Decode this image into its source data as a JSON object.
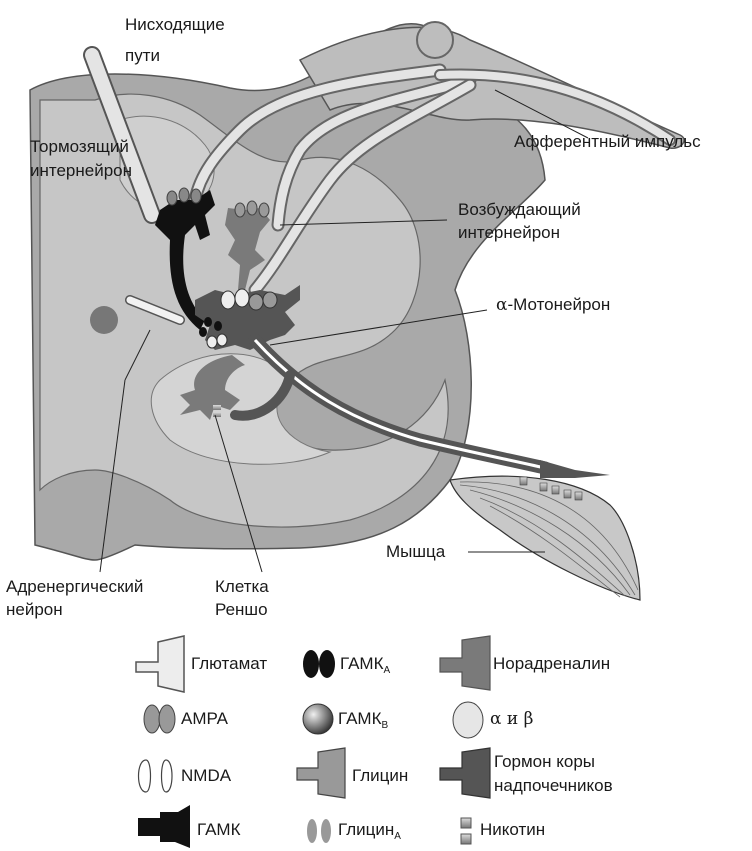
{
  "labels": {
    "descending_1": "Нисходящие",
    "descending_2": "пути",
    "afferent": "Афферентный импульс",
    "inhib_1": "Тормозящий",
    "inhib_2": "интернейрон",
    "excit_1": "Возбуждающий",
    "excit_2": "интернейрон",
    "motoneuron_alpha": "α",
    "motoneuron_rest": "-Мотонейрон",
    "muscle": "Мышца",
    "adrenergic_1": "Адренергический",
    "adrenergic_2": "нейрон",
    "renshaw_1": "Клетка",
    "renshaw_2": "Реншо"
  },
  "legend": {
    "glutamate": "Глютамат",
    "gaba_a": "ГАМК",
    "gaba_a_sub": "А",
    "noradrenaline": "Норадреналин",
    "ampa": "AMPA",
    "gaba_b": "ГАМК",
    "gaba_b_sub": "В",
    "alpha_beta": "α и β",
    "nmda": "NMDA",
    "glycine": "Глицин",
    "cortico_1": "Гормон коры",
    "cortico_2": "надпочечников",
    "gaba": "ГАМК",
    "glycine_a": "Глицин",
    "glycine_a_sub": "А",
    "nicotine": "Никотин"
  },
  "colors": {
    "grey_outer": "#a9a9a9",
    "grey_inner": "#c6c6c6",
    "grey_horn": "#d4d4d4",
    "black_neuron": "#111111",
    "dark_neuron": "#555555",
    "mid_neuron": "#7a7a7a",
    "light_fiber": "#e4e4e4"
  }
}
